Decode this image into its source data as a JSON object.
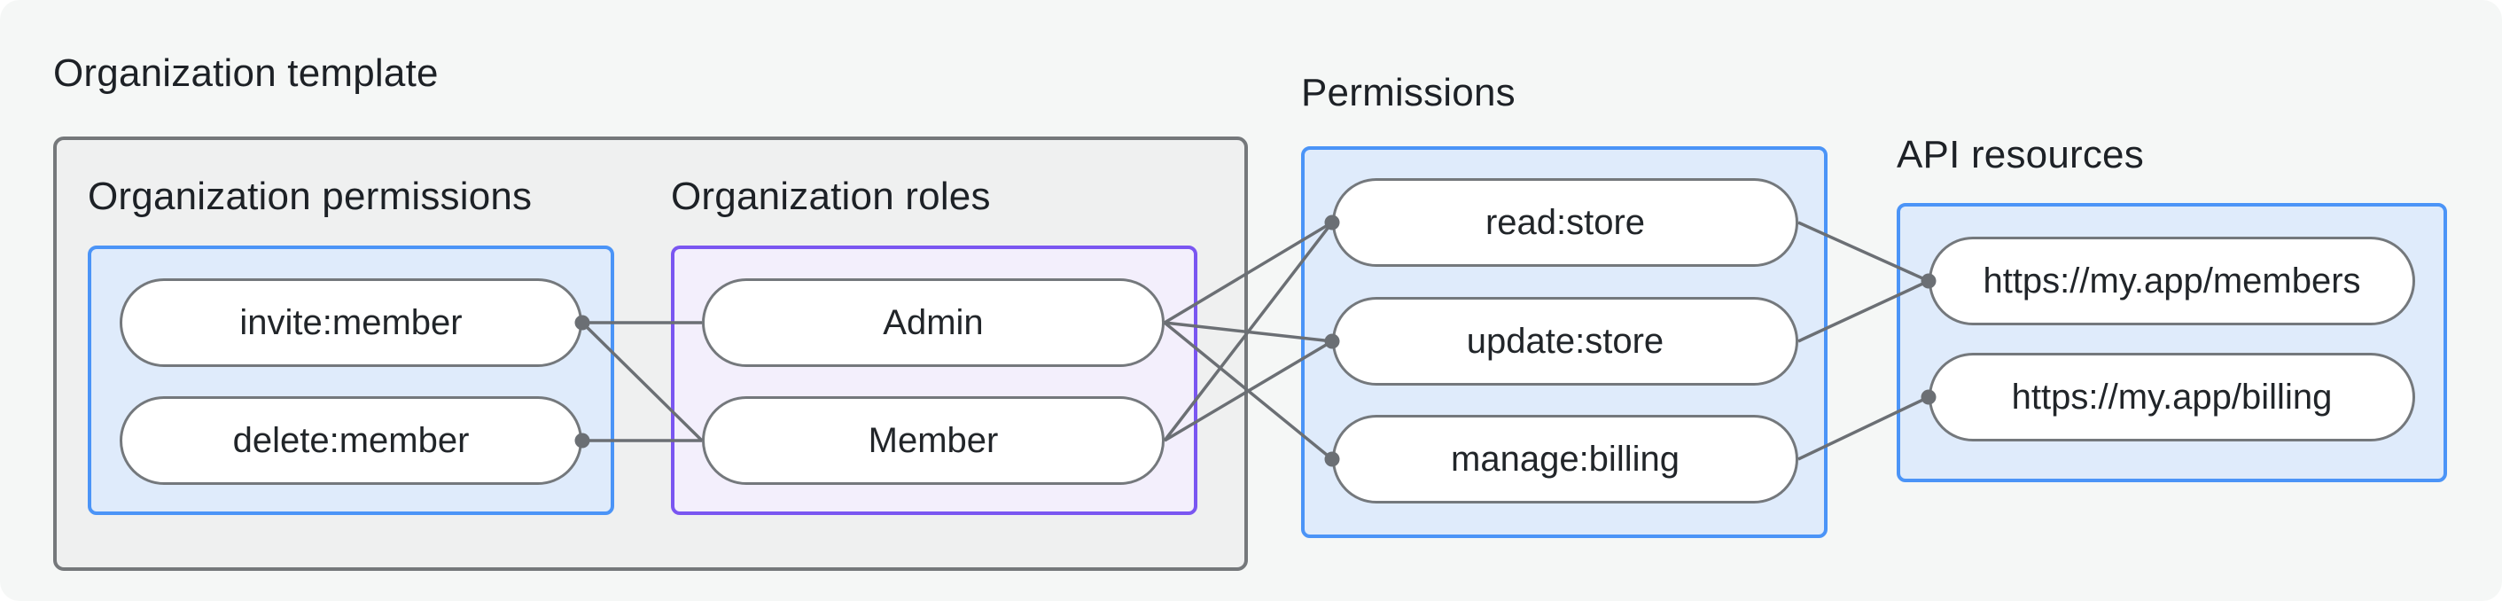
{
  "title": "Organization template",
  "organization_template": {
    "permissions_section": {
      "label": "Organization permissions",
      "items": [
        {
          "id": "invite_member",
          "label": "invite:member"
        },
        {
          "id": "delete_member",
          "label": "delete:member"
        }
      ]
    },
    "roles_section": {
      "label": "Organization roles",
      "items": [
        {
          "id": "admin",
          "label": "Admin"
        },
        {
          "id": "member",
          "label": "Member"
        }
      ]
    }
  },
  "permissions": {
    "label": "Permissions",
    "items": [
      {
        "id": "read_store",
        "label": "read:store"
      },
      {
        "id": "update_store",
        "label": "update:store"
      },
      {
        "id": "manage_billing",
        "label": "manage:billing"
      }
    ]
  },
  "api_resources": {
    "label": "API resources",
    "items": [
      {
        "id": "members_api",
        "label": "https://my.app/members"
      },
      {
        "id": "billing_api",
        "label": "https://my.app/billing"
      }
    ]
  },
  "edges": [
    {
      "from": "invite_member",
      "to": "admin"
    },
    {
      "from": "invite_member",
      "to": "member"
    },
    {
      "from": "delete_member",
      "to": "member"
    },
    {
      "from": "admin",
      "to": "read_store"
    },
    {
      "from": "admin",
      "to": "update_store"
    },
    {
      "from": "admin",
      "to": "manage_billing"
    },
    {
      "from": "member",
      "to": "read_store"
    },
    {
      "from": "member",
      "to": "update_store"
    },
    {
      "from": "read_store",
      "to": "members_api"
    },
    {
      "from": "update_store",
      "to": "members_api"
    },
    {
      "from": "manage_billing",
      "to": "billing_api"
    }
  ],
  "connection_dots": [
    {
      "node": "invite_member",
      "side": "right"
    },
    {
      "node": "delete_member",
      "side": "right"
    },
    {
      "node": "read_store",
      "side": "left"
    },
    {
      "node": "update_store",
      "side": "left"
    },
    {
      "node": "manage_billing",
      "side": "left"
    },
    {
      "node": "members_api",
      "side": "left"
    },
    {
      "node": "billing_api",
      "side": "left"
    }
  ],
  "colors": {
    "background": "#F5F7F6",
    "outer_box_fill": "#EFF0F0",
    "outer_box_border": "#75787B",
    "blue_box_fill": "#DFEBFB",
    "blue_box_border": "#4B94F7",
    "purple_box_fill": "#F3EFFC",
    "purple_box_border": "#7A56F1",
    "pill_border": "#74787C",
    "connector": "#6B6F74",
    "text": "#1D2126"
  }
}
